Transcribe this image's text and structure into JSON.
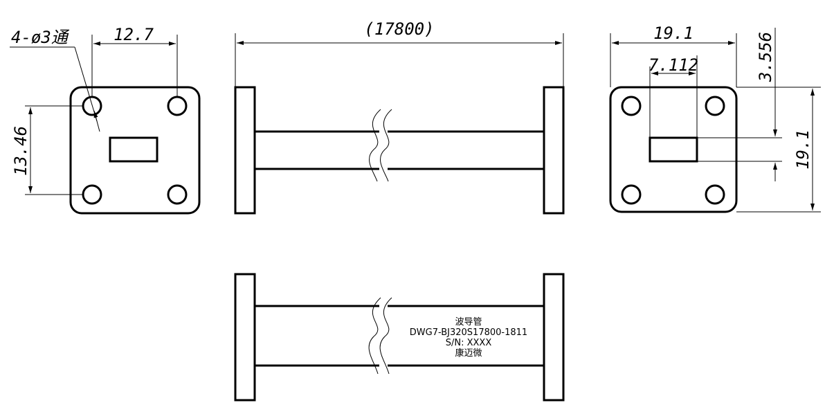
{
  "drawing": {
    "left_view": {
      "hole_note": "4-ø3通",
      "width_dim": "12.7",
      "height_dim": "13.46"
    },
    "front_view": {
      "length_dim": "(17800)"
    },
    "right_view": {
      "overall_width": "19.1",
      "inner_width": "7.112",
      "inner_height": "3.556",
      "overall_height": "19.1"
    },
    "bottom_view": {
      "label_line1": "波导管",
      "label_line2": "DWG7-BJ320S17800-1811",
      "label_line3": "S/N: XXXX",
      "label_line4": "康迈微"
    }
  },
  "colors": {
    "ink": "#000000",
    "background": "#ffffff"
  }
}
